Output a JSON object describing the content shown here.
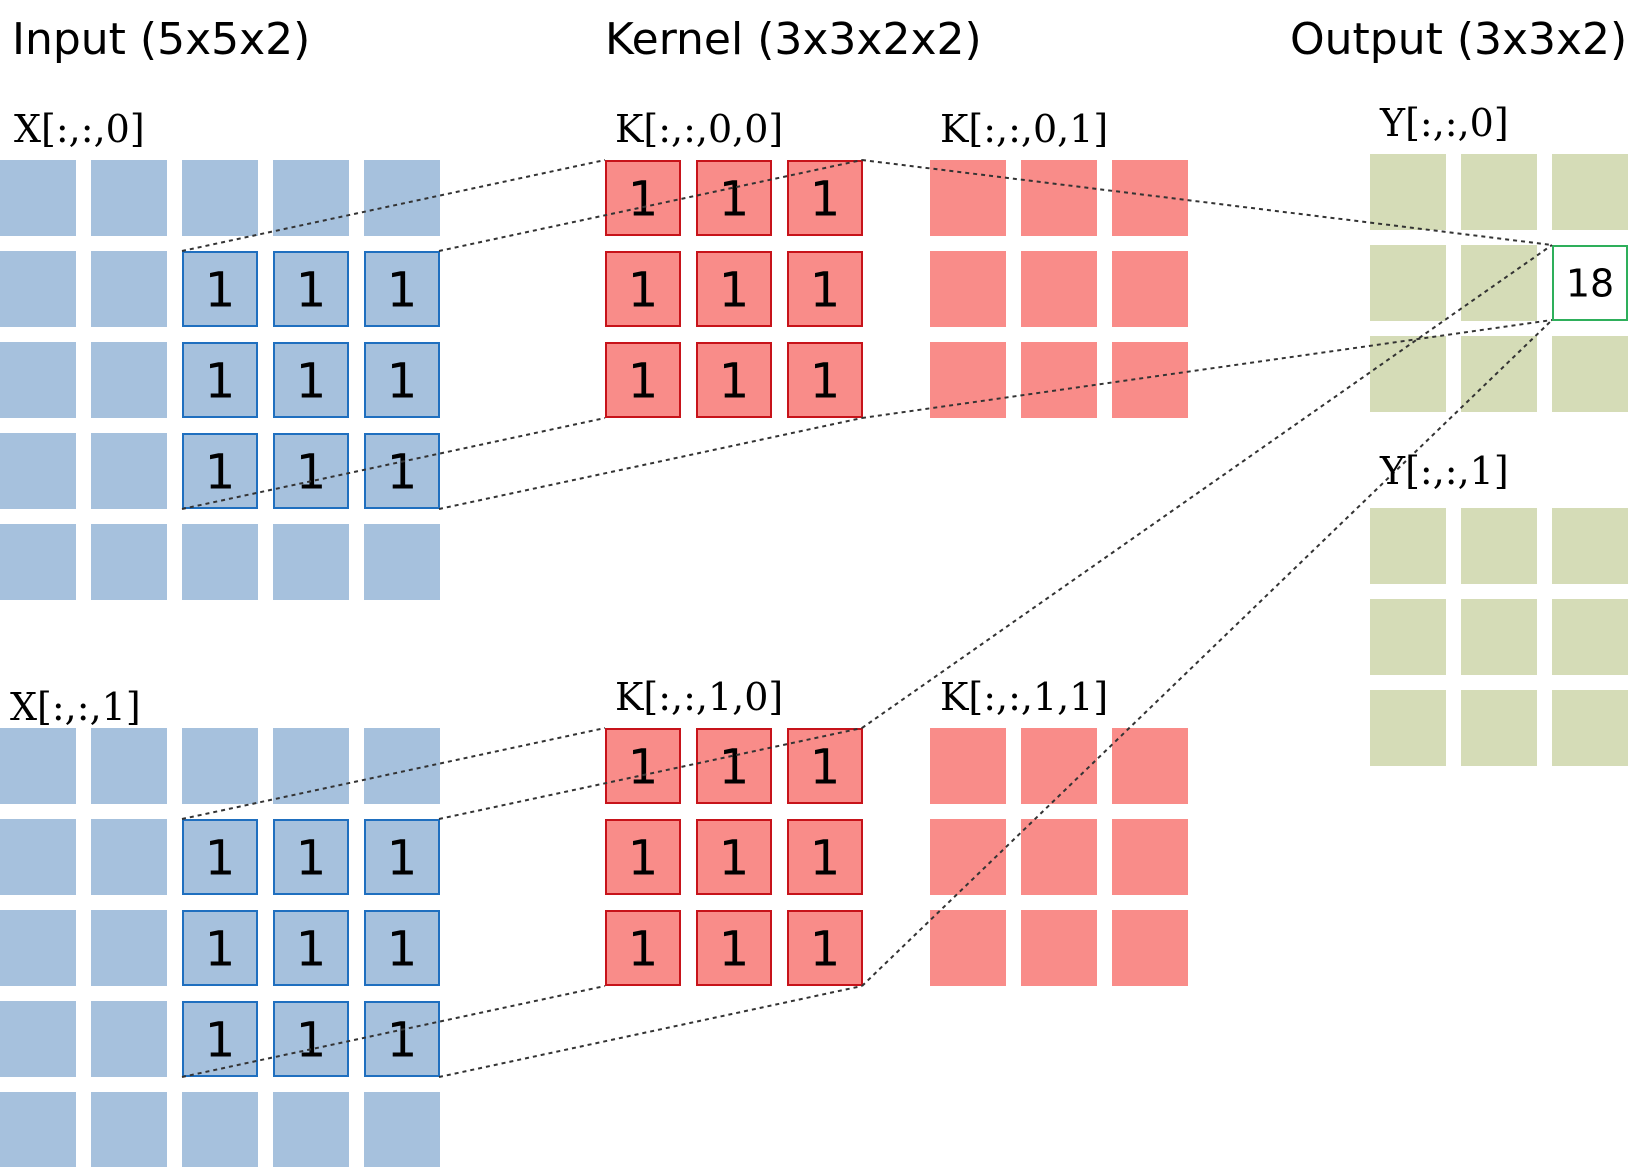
{
  "headings": {
    "input": "Input (5x5x2)",
    "kernel": "Kernel (3x3x2x2)",
    "output": "Output (3x3x2)"
  },
  "labels": {
    "x0": "X[:,:,0]",
    "x1": "X[:,:,1]",
    "k00": "K[:,:,0,0]",
    "k01": "K[:,:,0,1]",
    "k10": "K[:,:,1,0]",
    "k11": "K[:,:,1,1]",
    "y0": "Y[:,:,0]",
    "y1": "Y[:,:,1]"
  },
  "input": {
    "rows": 5,
    "cols": 5,
    "highlight_window": {
      "row_start": 1,
      "col_start": 2,
      "size": 3
    },
    "cell_value": "1"
  },
  "kernel": {
    "rows": 3,
    "cols": 3,
    "cell_value": "1"
  },
  "output": {
    "rows": 3,
    "cols": 3,
    "highlight": {
      "row": 1,
      "col": 2,
      "value": "18"
    }
  },
  "colors": {
    "input_fill": "#a6c1dd",
    "input_border": "#1f6fbf",
    "kernel_fill": "#f98c89",
    "kernel_border": "#c7131a",
    "output_fill": "#d5dcb7",
    "output_border": "#2eaf5b",
    "connector": "#333333"
  }
}
